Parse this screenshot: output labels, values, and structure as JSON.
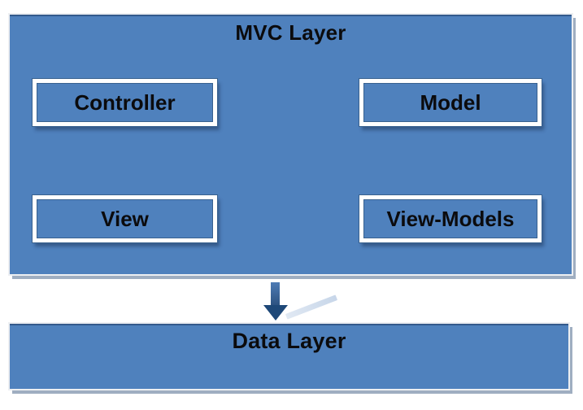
{
  "diagram": {
    "type": "layered-architecture",
    "mvc_layer": {
      "title": "MVC Layer",
      "nodes": [
        {
          "id": "controller",
          "label": "Controller"
        },
        {
          "id": "model",
          "label": "Model"
        },
        {
          "id": "view",
          "label": "View"
        },
        {
          "id": "view_models",
          "label": "View-Models"
        }
      ]
    },
    "connector": {
      "shape": "down-arrow"
    },
    "data_layer": {
      "title": "Data Layer"
    },
    "colors": {
      "layer_fill": "#4F81BD",
      "node_border": "#FFFFFF",
      "node_outline": "#38618F",
      "arrow_dark": "#1E4878",
      "arrow_reflection": "#C7D6E9",
      "drop_shadow": "#9FAEC1",
      "text": "#0B0B0D",
      "background": "#FFFFFF"
    }
  }
}
